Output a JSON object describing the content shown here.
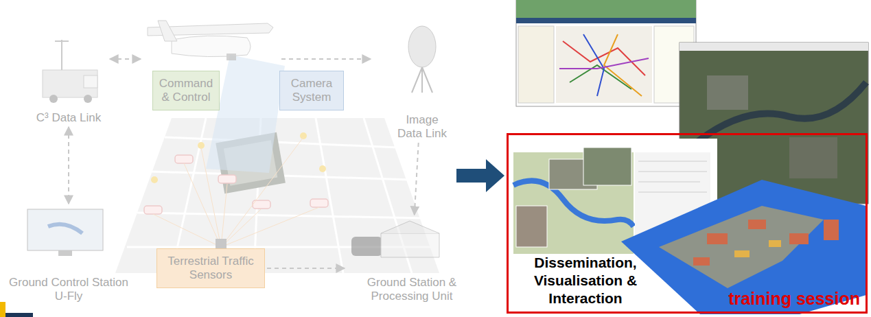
{
  "diagram": {
    "nodes": [
      {
        "text": [
          "C³ Data Link"
        ]
      },
      {
        "text": [
          "Command & Control"
        ]
      },
      {
        "text": [
          "Camera System"
        ]
      },
      {
        "text": [
          "Image Data Link"
        ]
      },
      {
        "text": [
          "Ground Control Station U-Fly"
        ]
      },
      {
        "text": [
          "Terrestrial Traffic Sensors"
        ]
      },
      {
        "text": [
          "Ground Station & Processing Unit"
        ]
      },
      {
        "text": [
          "Dissemination, Visualisation & Interaction",
          "training session"
        ]
      }
    ],
    "edges": [
      {
        "from": 0,
        "to": 4,
        "arrow": "both"
      },
      {
        "from": 3,
        "to": 6,
        "arrow": "to"
      },
      {
        "from": 5,
        "to": 6,
        "arrow": "to"
      }
    ]
  }
}
